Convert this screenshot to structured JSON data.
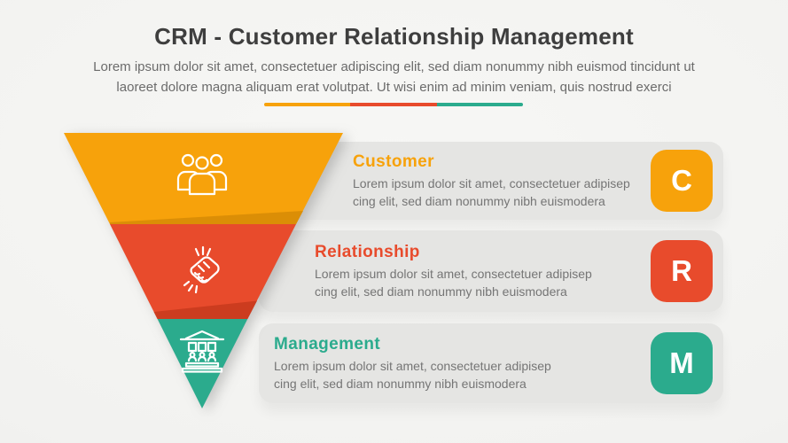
{
  "header": {
    "title": "CRM - Customer Relationship Management",
    "subtitle": "Lorem ipsum dolor sit amet, consectetuer adipiscing elit, sed diam nonummy nibh euismod tincidunt ut\nlaoreet dolore magna aliquam erat volutpat. Ut wisi enim ad minim veniam, quis nostrud exerci",
    "divider_colors": [
      "#f7a20b",
      "#e84b2c",
      "#2bab8d"
    ]
  },
  "funnel": {
    "layers": [
      {
        "id": "customer",
        "icon": "people-group-icon",
        "color": "#f7a20b",
        "shade": "#db8e06"
      },
      {
        "id": "relationship",
        "icon": "handshake-icon",
        "color": "#e84b2c",
        "shade": "#cc3c1f"
      },
      {
        "id": "management",
        "icon": "bank-building-icon",
        "color": "#2bab8d",
        "shade": "#2bab8d"
      }
    ]
  },
  "cards": [
    {
      "letter": "C",
      "title": "Customer",
      "color": "#f7a20b",
      "body": "Lorem ipsum dolor sit amet, consectetuer adipisep\ncing elit, sed diam nonummy nibh euismodera"
    },
    {
      "letter": "R",
      "title": "Relationship",
      "color": "#e84b2c",
      "body": "Lorem ipsum dolor sit amet, consectetuer adipisep\ncing elit, sed diam nonummy nibh euismodera"
    },
    {
      "letter": "M",
      "title": "Management",
      "color": "#2bab8d",
      "body": "Lorem ipsum dolor sit amet, consectetuer adipisep\ncing elit, sed diam nonummy nibh euismodera"
    }
  ]
}
